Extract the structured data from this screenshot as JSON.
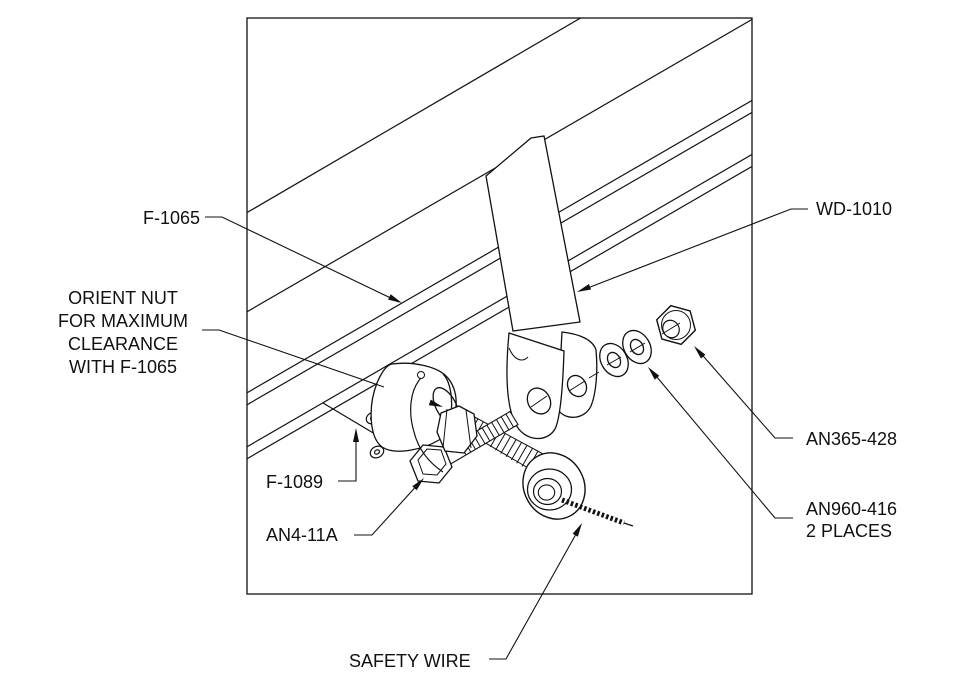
{
  "colors": {
    "background": "#ffffff",
    "line": "#111111"
  },
  "callouts": {
    "f1065": "F-1065",
    "wd1010": "WD-1010",
    "f1089": "F-1089",
    "an4_11a": "AN4-11A",
    "an365_428": "AN365-428",
    "an960_416": "AN960-416",
    "an960_416_qty": "2 PLACES",
    "safety_wire": "SAFETY WIRE",
    "orient_note": {
      "line1": "ORIENT NUT",
      "line2": "FOR MAXIMUM",
      "line3": "CLEARANCE",
      "line4": "WITH F-1065"
    }
  }
}
